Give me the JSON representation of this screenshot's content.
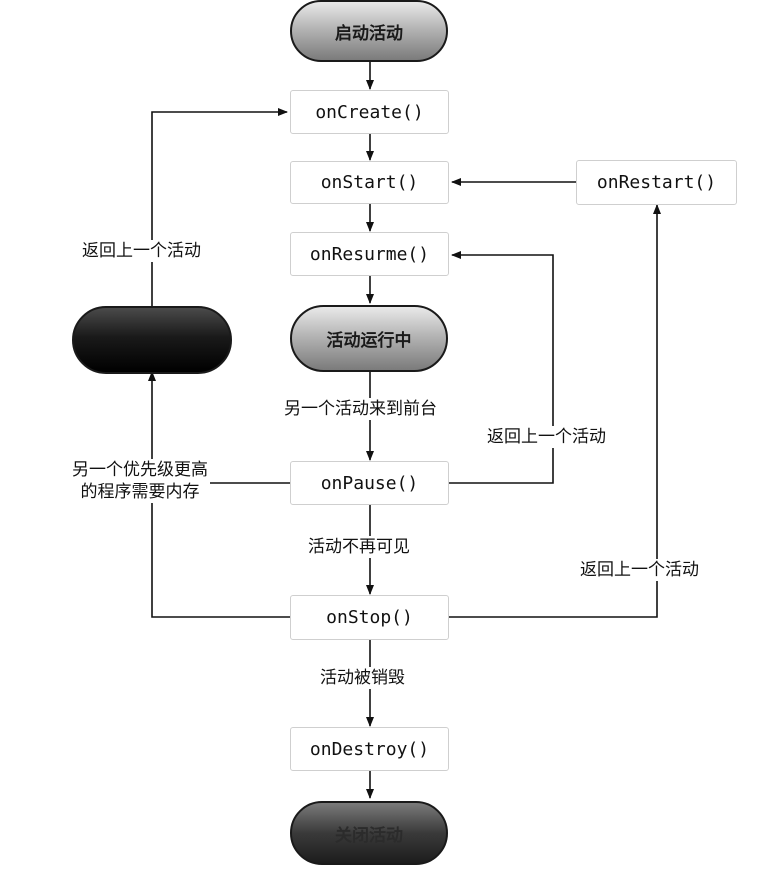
{
  "nodes": {
    "start": "启动活动",
    "on_create": "onCreate()",
    "on_start": "onStart()",
    "on_restart": "onRestart()",
    "on_resume": "onResurme()",
    "running": "活动运行中",
    "terminated": "",
    "on_pause": "onPause()",
    "on_stop": "onStop()",
    "on_destroy": "onDestroy()",
    "end": "关闭活动"
  },
  "edge_labels": {
    "back_to_activity_left": "返回上一个活动",
    "another_to_front": "另一个活动来到前台",
    "back_to_activity_mid": "返回上一个活动",
    "higher_priority_needs_memory": "另一个优先级更高\n的程序需要内存",
    "activity_not_visible": "活动不再可见",
    "back_to_activity_right": "返回上一个活动",
    "activity_destroyed": "活动被销毁"
  },
  "colors": {
    "line": "#111111",
    "box_border": "#cfcfcf",
    "pill_light": "#a8a8a8",
    "pill_dark": "#111111"
  }
}
